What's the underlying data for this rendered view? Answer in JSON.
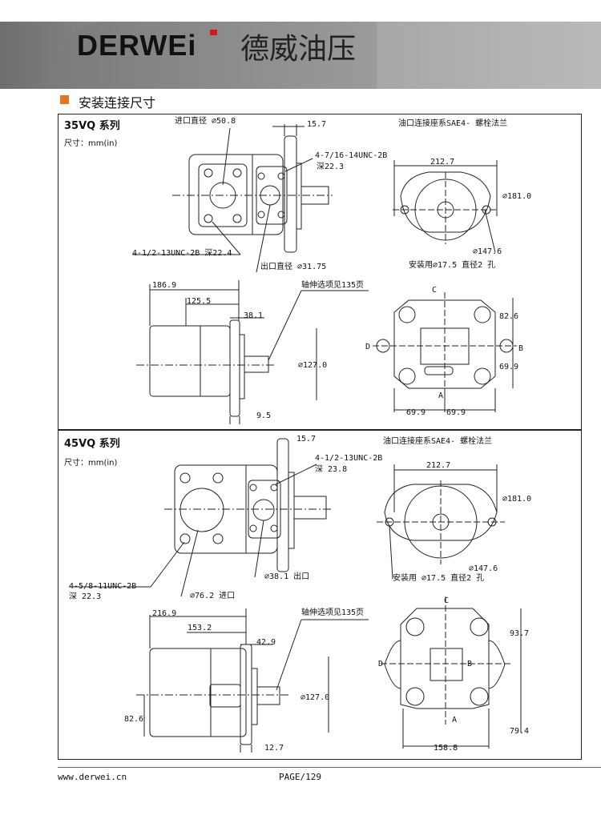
{
  "header": {
    "brand": "DERWEi",
    "brand_cn": "德威油压"
  },
  "section_title": "安装连接尺寸",
  "series": [
    {
      "name": "35VQ 系列",
      "unit": "尺寸：mm(in)",
      "top_view": {
        "inlet": "进口直径 ⌀50.8",
        "flange_thk": "15.7",
        "outlet_thread": "4-7/16-14UNC-2B",
        "outlet_depth": "深22.3",
        "inlet_thread": "4-1/2-13UNC-2B 深22.4",
        "outlet": "出口直径 ⌀31.75"
      },
      "flange_view": {
        "title": "油口连接座系SAE4- 螺栓法兰",
        "width": "212.7",
        "d1": "⌀181.0",
        "d2": "⌀147.6",
        "holes": "安装用⌀17.5 直径2 孔"
      },
      "side_view": {
        "l1": "186.9",
        "l2": "125.5",
        "l3": "38.1",
        "shaft_note": "轴伸选项见135页",
        "pilot": "⌀127.0",
        "t": "9.5"
      },
      "end_view": {
        "c": "C",
        "d": "D",
        "b": "B",
        "a": "A",
        "h1": "82.6",
        "h2": "69.9",
        "w1": "69.9",
        "w2": "69.9"
      }
    },
    {
      "name": "45VQ 系列",
      "unit": "尺寸：mm(in)",
      "top_view": {
        "flange_thk": "15.7",
        "outlet_thread": "4-1/2-13UNC-2B",
        "outlet_depth": "深 23.8",
        "inlet_thread": "4-5/8-11UNC-2B",
        "inlet_depth": "深 22.3",
        "inlet": "⌀76.2 进口",
        "outlet": "⌀38.1 出口"
      },
      "flange_view": {
        "title": "油口连接座系SAE4- 螺栓法兰",
        "width": "212.7",
        "d1": "⌀181.0",
        "d2": "⌀147.6",
        "holes": "安装用 ⌀17.5 直径2 孔"
      },
      "side_view": {
        "l1": "216.9",
        "l2": "153.2",
        "l3": "42.9",
        "shaft_note": "轴伸选项见135页",
        "pilot": "⌀127.0",
        "h": "82.6",
        "t": "12.7"
      },
      "end_view": {
        "c": "C",
        "d": "D",
        "b": "B",
        "a": "A",
        "h1": "93.7",
        "h2": "79.4",
        "w": "158.8"
      }
    }
  ],
  "footer": {
    "url": "www.derwei.cn",
    "page": "PAGE/129"
  },
  "colors": {
    "accent": "#e8741b",
    "logo_red": "#e0121b"
  }
}
